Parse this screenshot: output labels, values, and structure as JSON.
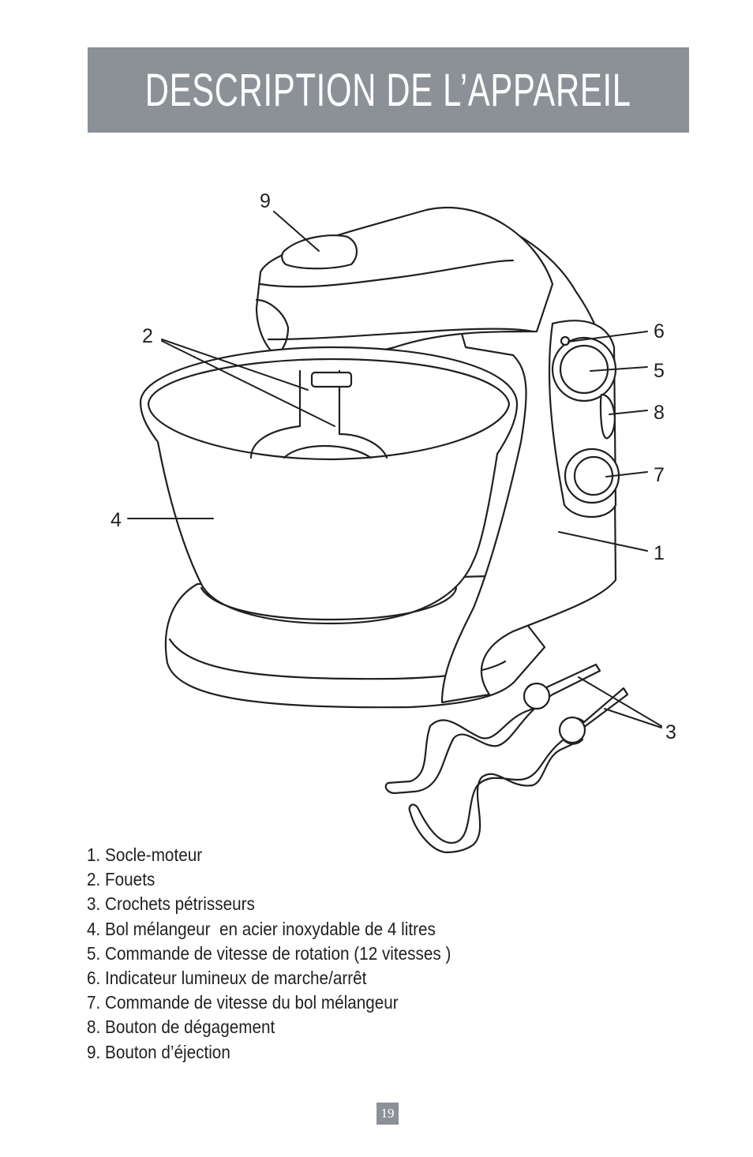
{
  "header": {
    "title": "DESCRIPTION DE L’APPAREIL"
  },
  "diagram": {
    "callouts": {
      "c1": "1",
      "c2": "2",
      "c3": "3",
      "c4": "4",
      "c5": "5",
      "c6": "6",
      "c7": "7",
      "c8": "8",
      "c9": "9"
    }
  },
  "legend": {
    "items": [
      "1. Socle-moteur",
      "2. Fouets",
      "3. Crochets pétrisseurs",
      "4. Bol mélangeur  en acier inoxydable de 4 litres",
      "5. Commande de vitesse de rotation (12 vitesses )",
      "6. Indicateur lumineux de marche/arrêt",
      "7. Commande de vitesse du bol mélangeur",
      "8. Bouton de dégagement",
      "9. Bouton d’éjection"
    ]
  },
  "footer": {
    "page_number": "19"
  }
}
